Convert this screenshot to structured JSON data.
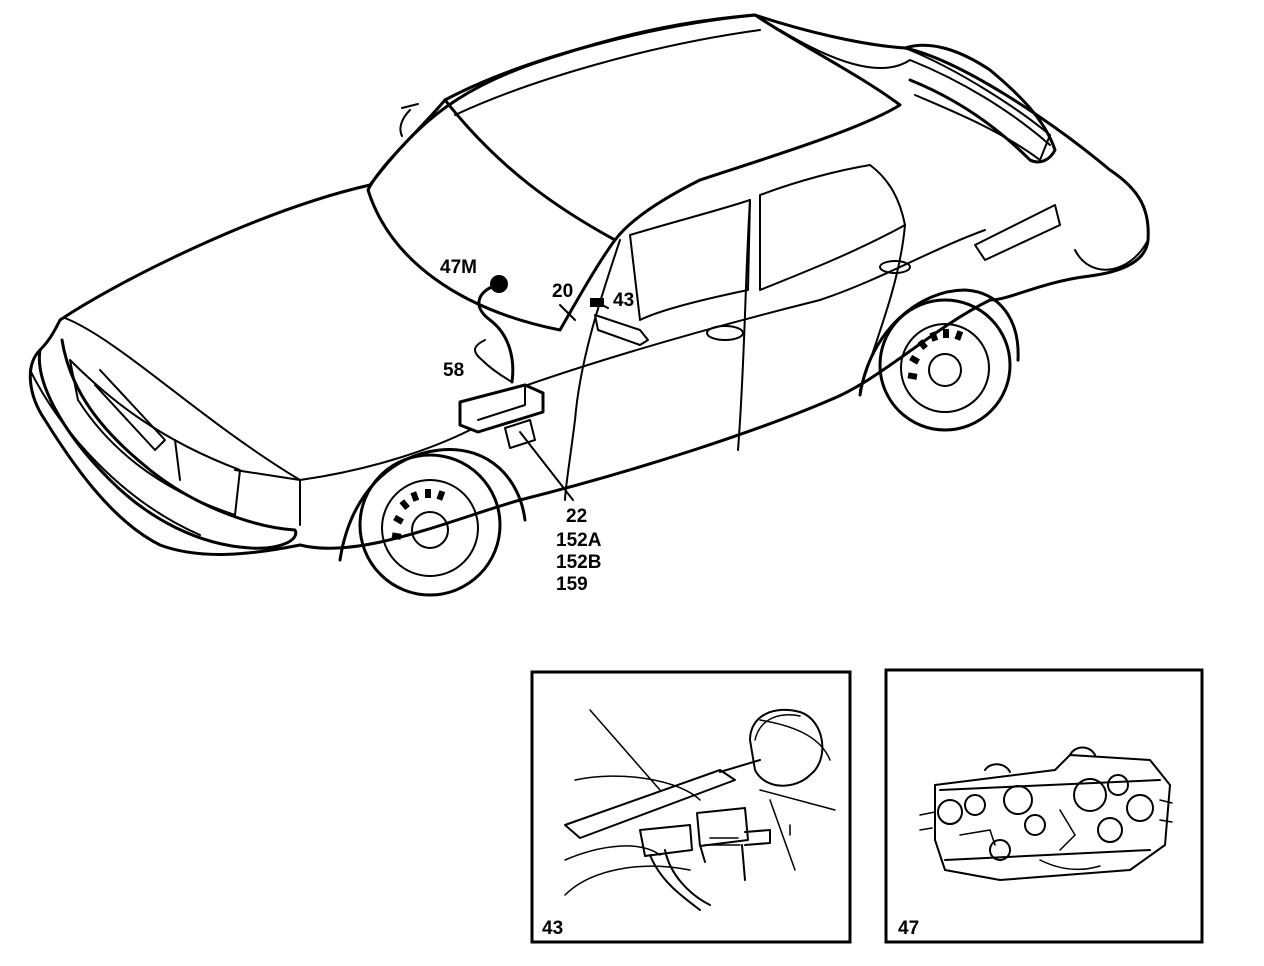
{
  "callouts": {
    "c47m": "47M",
    "c20": "20",
    "c43": "43",
    "c58": "58",
    "c22": "22",
    "c152a": "152A",
    "c152b": "152B",
    "c159": "159"
  },
  "insets": {
    "left_label": "43",
    "right_label": "47"
  }
}
